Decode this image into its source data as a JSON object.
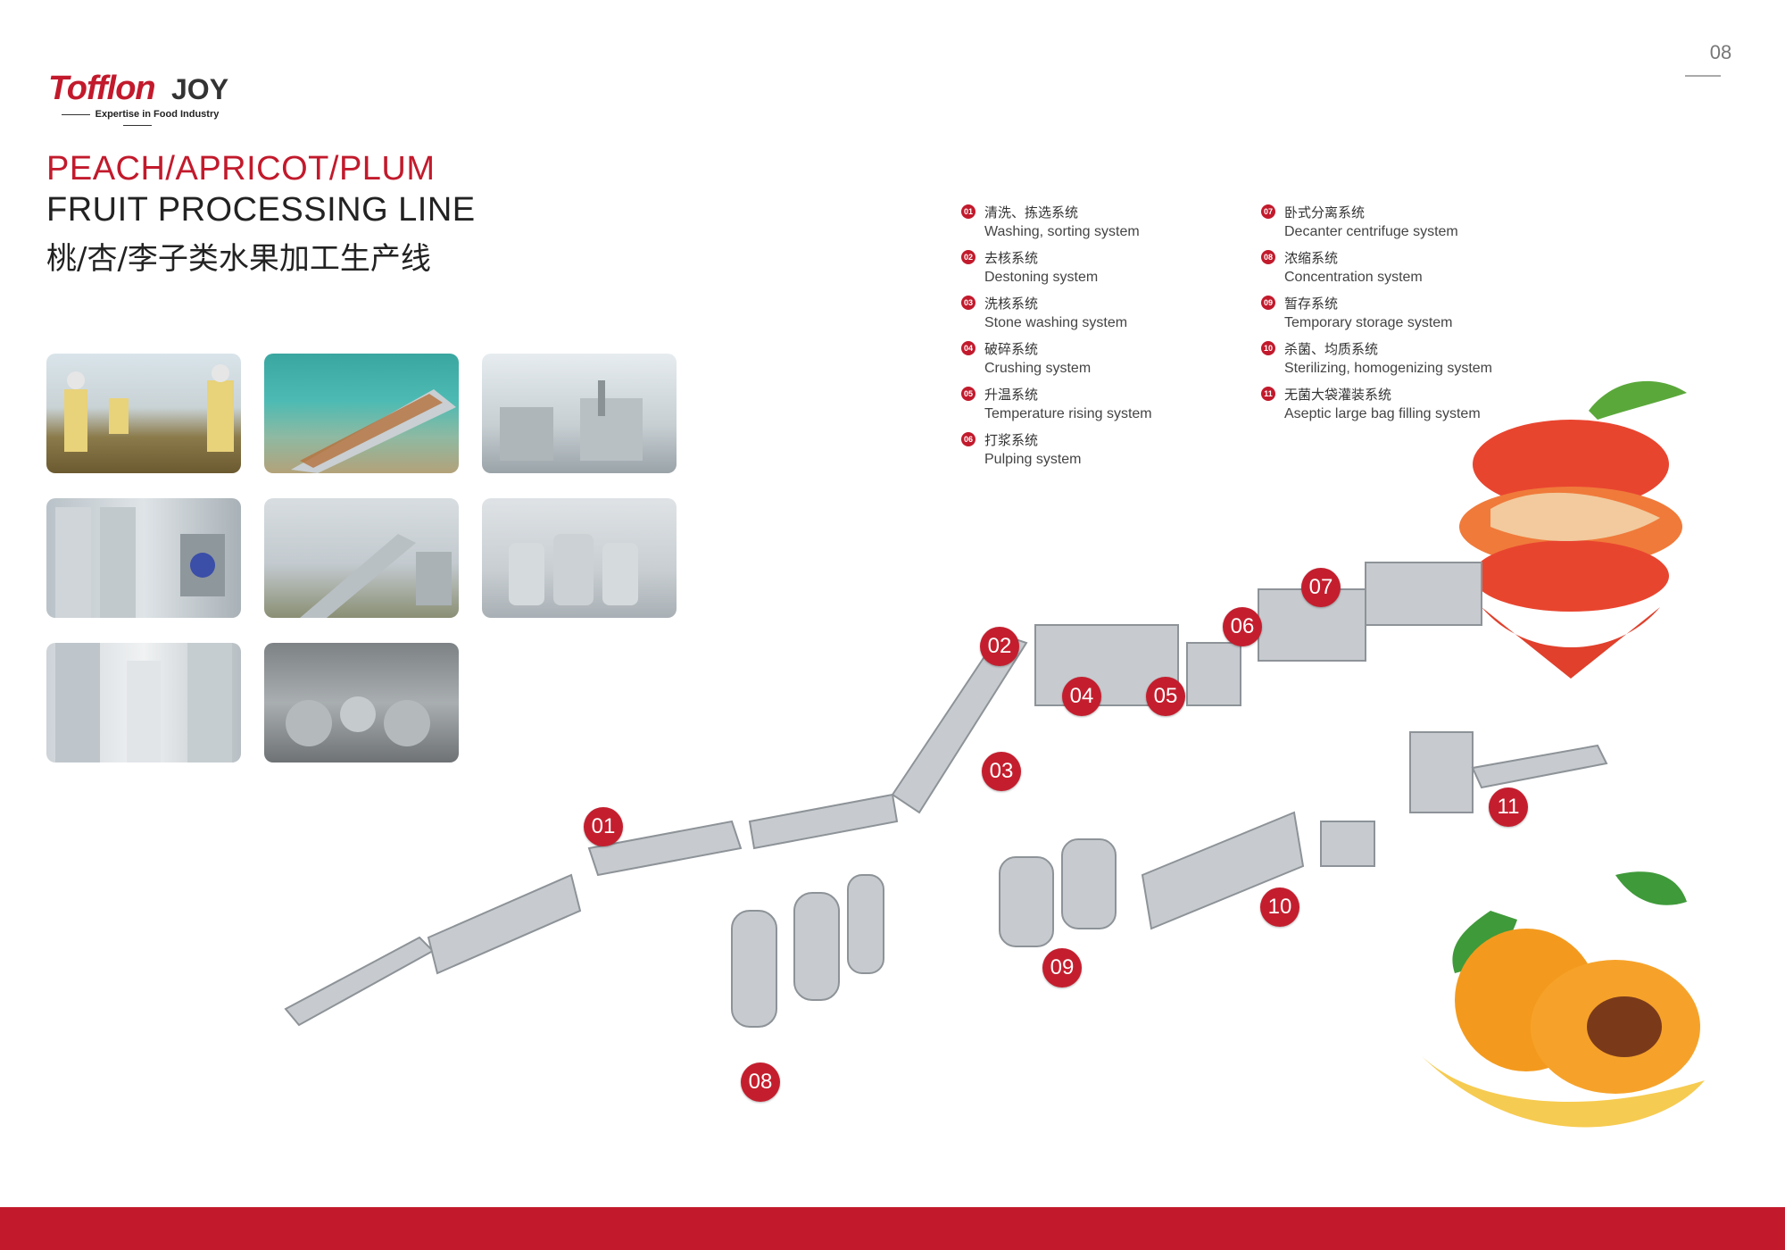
{
  "page": {
    "number": "08"
  },
  "logo": {
    "brand": "Tofflon",
    "joy": "JOY",
    "tagline": "Expertise in Food Industry"
  },
  "title": {
    "line1": "PEACH/APRICOT/PLUM",
    "line2": "FRUIT PROCESSING LINE",
    "line3": "桃/杏/李子类水果加工生产线"
  },
  "legend": {
    "left": [
      {
        "num": "01",
        "cn": "清洗、拣选系统",
        "en": "Washing, sorting system"
      },
      {
        "num": "02",
        "cn": "去核系统",
        "en": "Destoning system"
      },
      {
        "num": "03",
        "cn": "洗核系统",
        "en": "Stone washing system"
      },
      {
        "num": "04",
        "cn": "破碎系统",
        "en": "Crushing system"
      },
      {
        "num": "05",
        "cn": "升温系统",
        "en": "Temperature rising system"
      },
      {
        "num": "06",
        "cn": "打浆系统",
        "en": "Pulping system"
      }
    ],
    "right": [
      {
        "num": "07",
        "cn": "卧式分离系统",
        "en": "Decanter centrifuge system"
      },
      {
        "num": "08",
        "cn": "浓缩系统",
        "en": "Concentration system"
      },
      {
        "num": "09",
        "cn": "暂存系统",
        "en": "Temporary storage system"
      },
      {
        "num": "10",
        "cn": "杀菌、均质系统",
        "en": "Sterilizing, homogenizing system"
      },
      {
        "num": "11",
        "cn": "无菌大袋灌装系统",
        "en": "Aseptic large bag filling system"
      }
    ]
  },
  "diagram_markers": [
    "01",
    "02",
    "03",
    "04",
    "05",
    "06",
    "07",
    "08",
    "09",
    "10",
    "11"
  ],
  "colors": {
    "brand_red": "#c21a2c",
    "steel": "#b9bcc0"
  }
}
